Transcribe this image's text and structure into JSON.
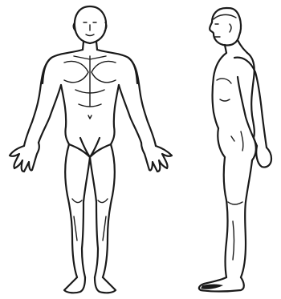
{
  "diagram": {
    "views": [
      {
        "view": "front",
        "icon": "human-body-front-outline"
      },
      {
        "view": "side",
        "icon": "human-body-side-outline"
      }
    ],
    "line_color": "#1a1a1a",
    "background_color": "#ffffff"
  }
}
